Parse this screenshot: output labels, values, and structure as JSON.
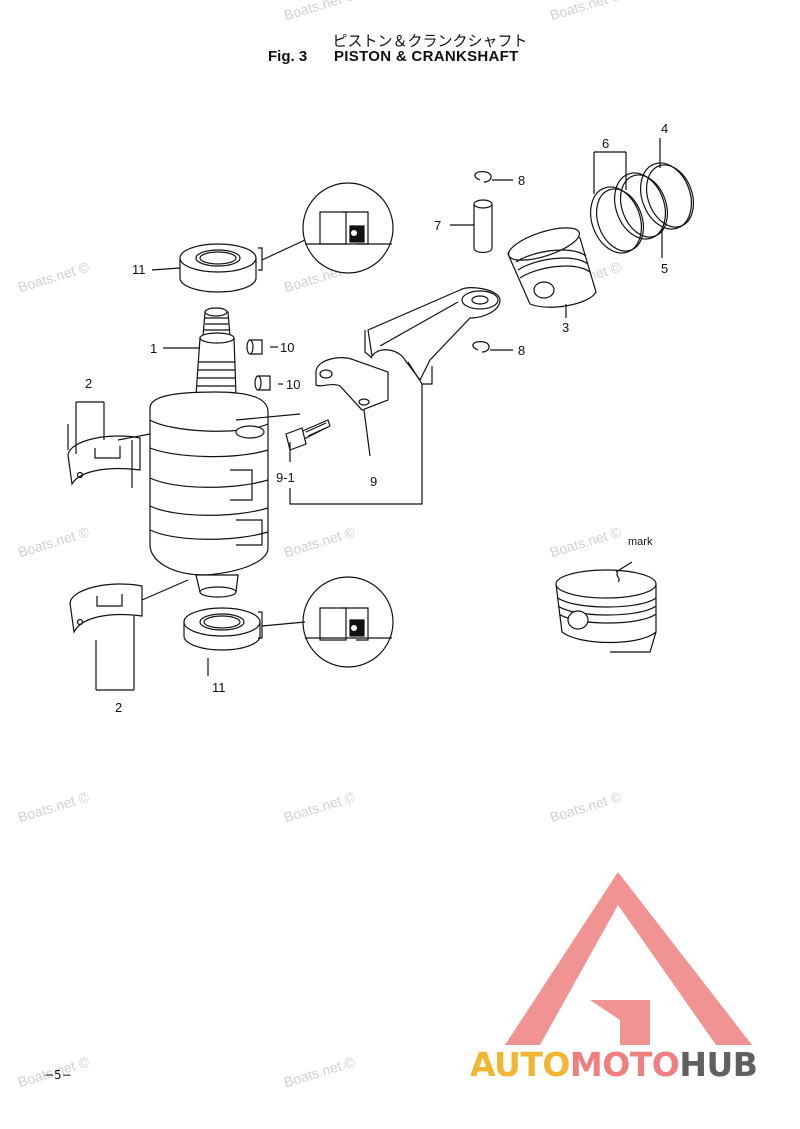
{
  "title": {
    "jp": "ピストン＆クランクシャフト",
    "fig": "Fig. 3",
    "name": "PISTON & CRANKSHAFT"
  },
  "watermark": "Boats.net ©",
  "callouts": {
    "c1": "1",
    "c2a": "2",
    "c2b": "2",
    "c3": "3",
    "c4": "4",
    "c5": "5",
    "c6": "6",
    "c7": "7",
    "c8a": "8",
    "c8b": "8",
    "c9": "9",
    "c91": "9-1",
    "c10a": "10",
    "c10b": "10",
    "c11a": "11",
    "c11b": "11"
  },
  "mark_label": "mark",
  "page_number": "−5−",
  "logo": {
    "part1": "AUTO",
    "part2": "MOTO",
    "part3": "HUB",
    "accent": "#f08080",
    "gold": "#f2b632",
    "gray": "#606060"
  }
}
